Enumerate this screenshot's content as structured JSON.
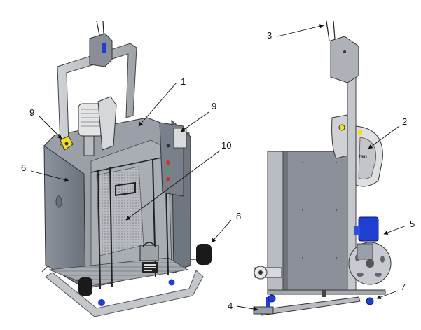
{
  "callouts": {
    "c1": "1",
    "c2": "2",
    "c3": "3",
    "c4": "4",
    "c5": "5",
    "c6": "6",
    "c7": "7",
    "c8": "8",
    "c9a": "9",
    "c9b": "9",
    "c10": "10"
  },
  "plate_text": "tan",
  "colors": {
    "steel": "#c9ccd1",
    "steel_dark": "#8e939b",
    "panel": "#7d838c",
    "panel_dark": "#5f656e",
    "motor": "#e3e4e6",
    "blue": "#1f3fd0",
    "yellow": "#f2df17",
    "black": "#1a1a1a"
  }
}
